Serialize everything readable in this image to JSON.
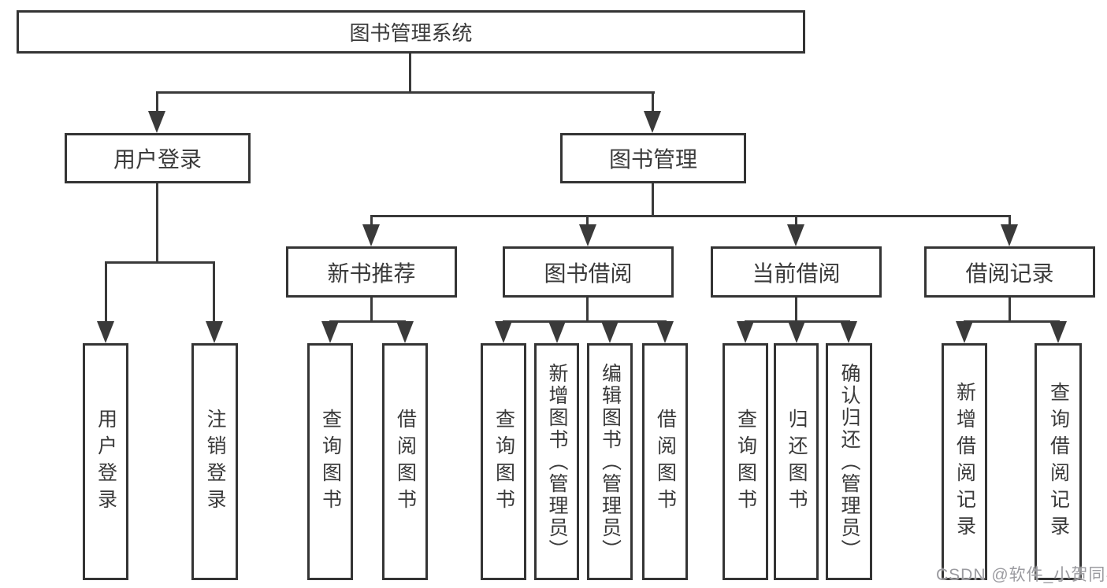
{
  "diagram": {
    "title": "图书管理系统",
    "root": {
      "label": "图书管理系统"
    },
    "level2": [
      {
        "label": "用户登录",
        "children": [
          {
            "label": "用户登录"
          },
          {
            "label": "注销登录"
          }
        ]
      },
      {
        "label": "图书管理",
        "children": [
          {
            "label": "新书推荐",
            "children": [
              {
                "label": "查询图书"
              },
              {
                "label": "借阅图书"
              }
            ]
          },
          {
            "label": "图书借阅",
            "children": [
              {
                "label": "查询图书"
              },
              {
                "label": "新增图书（管理员）"
              },
              {
                "label": "编辑图书（管理员）"
              },
              {
                "label": "借阅图书"
              }
            ]
          },
          {
            "label": "当前借阅",
            "children": [
              {
                "label": "查询图书"
              },
              {
                "label": "归还图书"
              },
              {
                "label": "确认归还（管理员）"
              }
            ]
          },
          {
            "label": "借阅记录",
            "children": [
              {
                "label": "新增借阅记录"
              },
              {
                "label": "查询借阅记录"
              }
            ]
          }
        ]
      }
    ]
  },
  "watermark": {
    "text": "CSDN @软件_小贺同学",
    "color": "#9b9ba0"
  },
  "colors": {
    "line": "#3a3a3a",
    "box_border": "#343434",
    "text": "#3a3a3a",
    "background": "#ffffff"
  }
}
